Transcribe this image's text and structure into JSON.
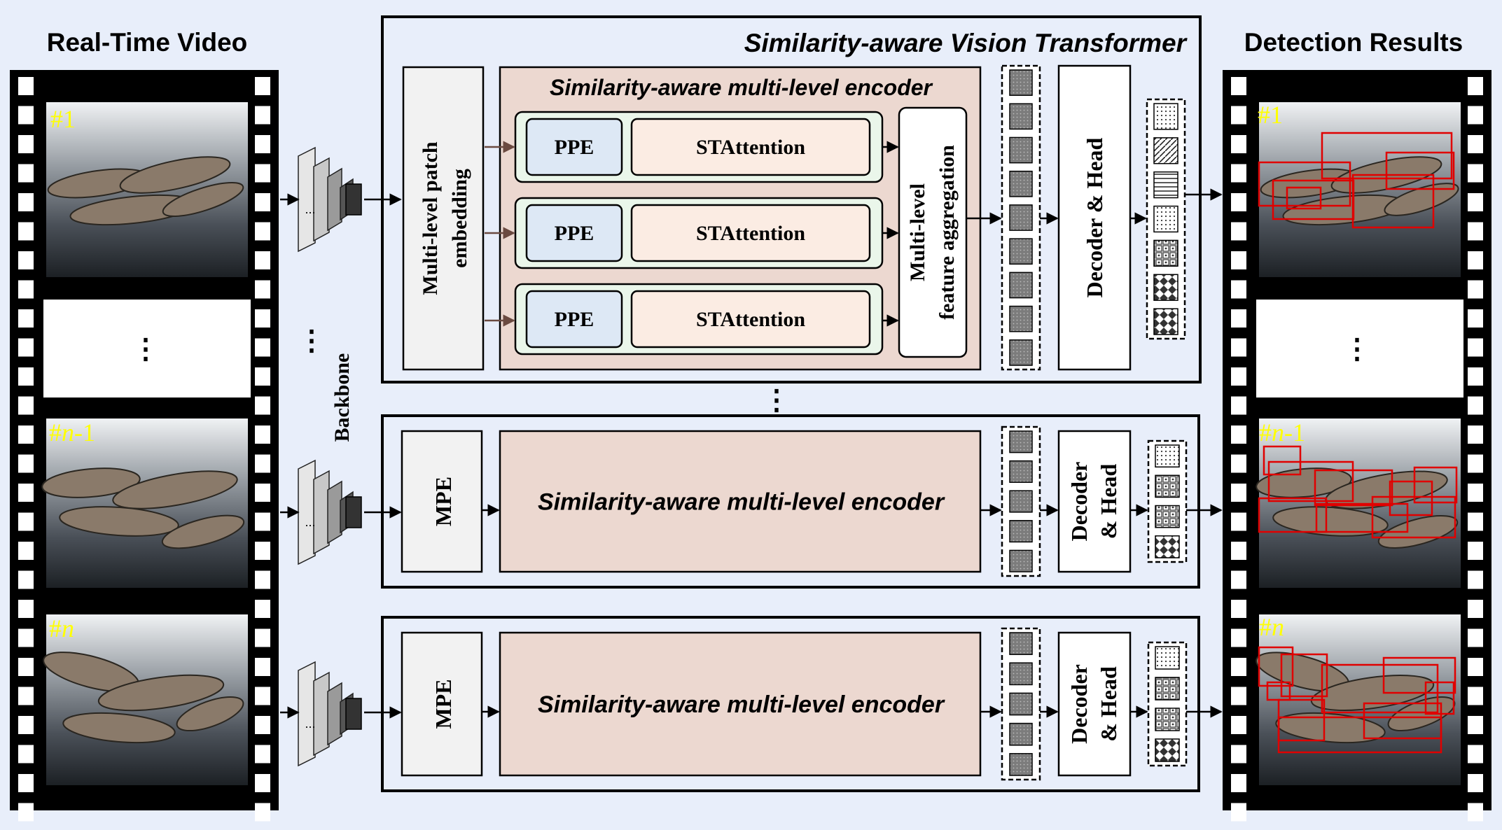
{
  "headers": {
    "video": "Real-Time Video",
    "results": "Detection Results"
  },
  "frames": {
    "first": "#1",
    "prev_prefix": "#",
    "prev_var": "n",
    "prev_suffix": "-1",
    "last_prefix": "#",
    "last_var": "n",
    "ellipsis": "⋮"
  },
  "backbone": {
    "label": "Backbone",
    "dots": "...",
    "ellipsis": "⋮"
  },
  "svt": {
    "title": "Similarity-aware  Vision Transformer",
    "patch_embedding_line1": "Multi-level patch",
    "patch_embedding_line2": "embedding",
    "encoder_title": "Similarity-aware multi-level encoder",
    "ppe": "PPE",
    "stattention": "STAttention",
    "aggregation_line1": "Multi-level",
    "aggregation_line2": "feature aggregation",
    "decoder_head": "Decoder & Head"
  },
  "compact_rows": {
    "mpe": "MPE",
    "encoder": "Similarity-aware multi-level encoder",
    "decoder_line1": "Decoder",
    "decoder_line2": "& Head",
    "row_ellipsis": "⋮"
  },
  "colors": {
    "background": "#e8eefa",
    "encoder_fill": "#ecd8d0",
    "attention_block_fill": "#eaf6ea",
    "ppe_fill": "#dde8f5",
    "stattention_fill": "#fbece3",
    "box_fill": "#f2f2f2",
    "detection_box": "#e00000",
    "frame_label": "#ffff00"
  }
}
